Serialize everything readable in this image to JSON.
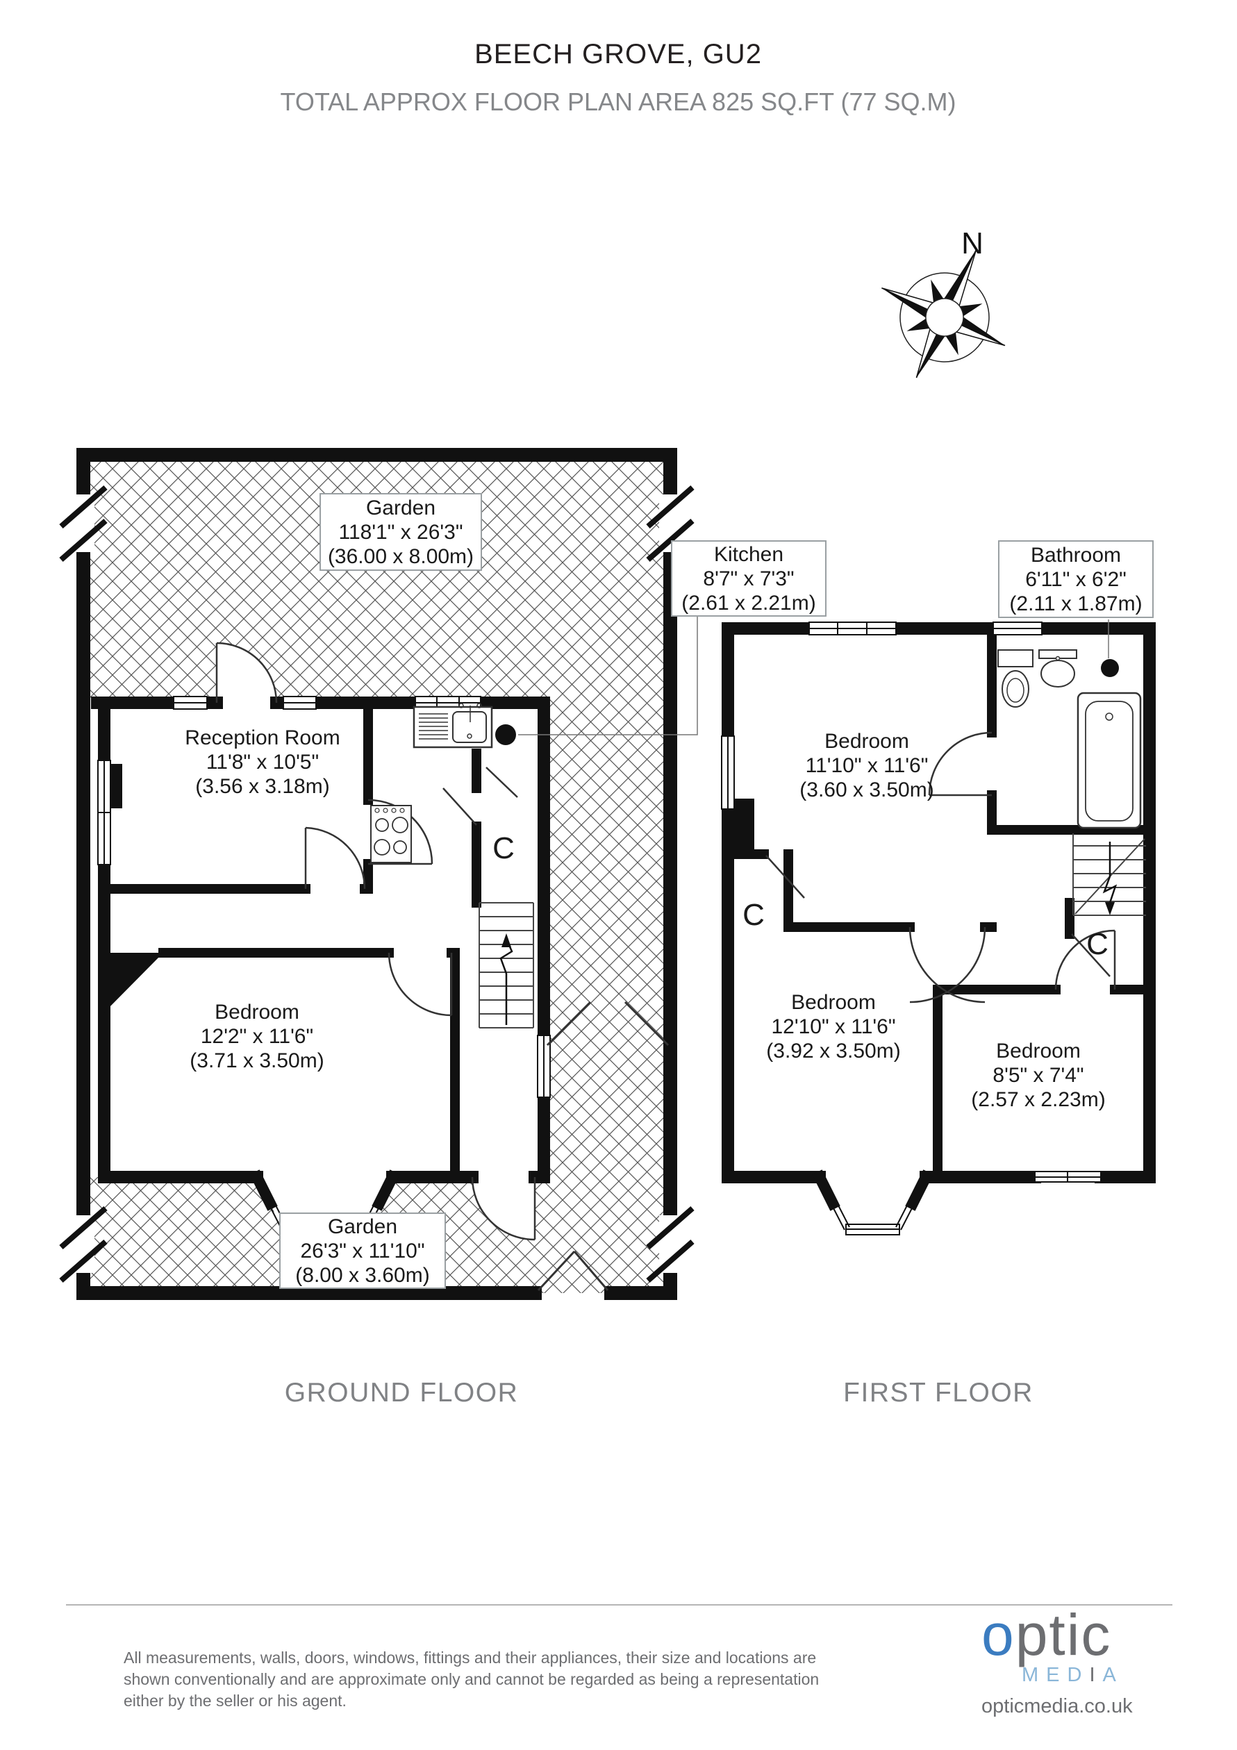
{
  "page": {
    "title": "BEECH GROVE, GU2",
    "subtitle": "TOTAL APPROX FLOOR PLAN AREA 825 SQ.FT (77 SQ.M)"
  },
  "compass": {
    "north_label": "N"
  },
  "ground_floor": {
    "label": "GROUND FLOOR",
    "garden_rear": {
      "name": "Garden",
      "dims_imperial": "118'1\" x 26'3\"",
      "dims_metric": "(36.00 x 8.00m)"
    },
    "kitchen": {
      "name": "Kitchen",
      "dims_imperial": "8'7\" x 7'3\"",
      "dims_metric": "(2.61 x 2.21m)"
    },
    "reception": {
      "name": "Reception Room",
      "dims_imperial": "11'8\" x 10'5\"",
      "dims_metric": "(3.56 x 3.18m)"
    },
    "bedroom": {
      "name": "Bedroom",
      "dims_imperial": "12'2\" x 11'6\"",
      "dims_metric": "(3.71 x 3.50m)"
    },
    "garden_front": {
      "name": "Garden",
      "dims_imperial": "26'3\" x 11'10\"",
      "dims_metric": "(8.00 x 3.60m)"
    },
    "cupboard_label": "C"
  },
  "first_floor": {
    "label": "FIRST FLOOR",
    "bathroom": {
      "name": "Bathroom",
      "dims_imperial": "6'11\" x 6'2\"",
      "dims_metric": "(2.11 x 1.87m)"
    },
    "bedroom_rear": {
      "name": "Bedroom",
      "dims_imperial": "11'10\" x 11'6\"",
      "dims_metric": "(3.60 x 3.50m)"
    },
    "bedroom_front": {
      "name": "Bedroom",
      "dims_imperial": "12'10\" x 11'6\"",
      "dims_metric": "(3.92 x 3.50m)"
    },
    "bedroom_small": {
      "name": "Bedroom",
      "dims_imperial": "8'5\" x 7'4\"",
      "dims_metric": "(2.57 x 2.23m)"
    },
    "cupboard_left_label": "C",
    "cupboard_right_label": "C"
  },
  "footer": {
    "disclaimer_line1": "All measurements, walls, doors, windows, fittings and their appliances, their size and locations are",
    "disclaimer_line2": "shown conventionally and are approximate only and cannot be regarded as being a representation",
    "disclaimer_line3": "either by the seller or his agent.",
    "logo": {
      "word_o": "o",
      "word_rest": "ptic",
      "media_left": "MED",
      "media_i": "I",
      "media_right": "A",
      "url": "opticmedia.co.uk"
    }
  },
  "colors": {
    "wall": "#111111",
    "hatch_line": "#555555",
    "gray_text": "#808285",
    "logo_blue": "#3b7cc0",
    "logo_media_blue": "#8ab6d8",
    "logo_gray": "#6d6e71"
  }
}
